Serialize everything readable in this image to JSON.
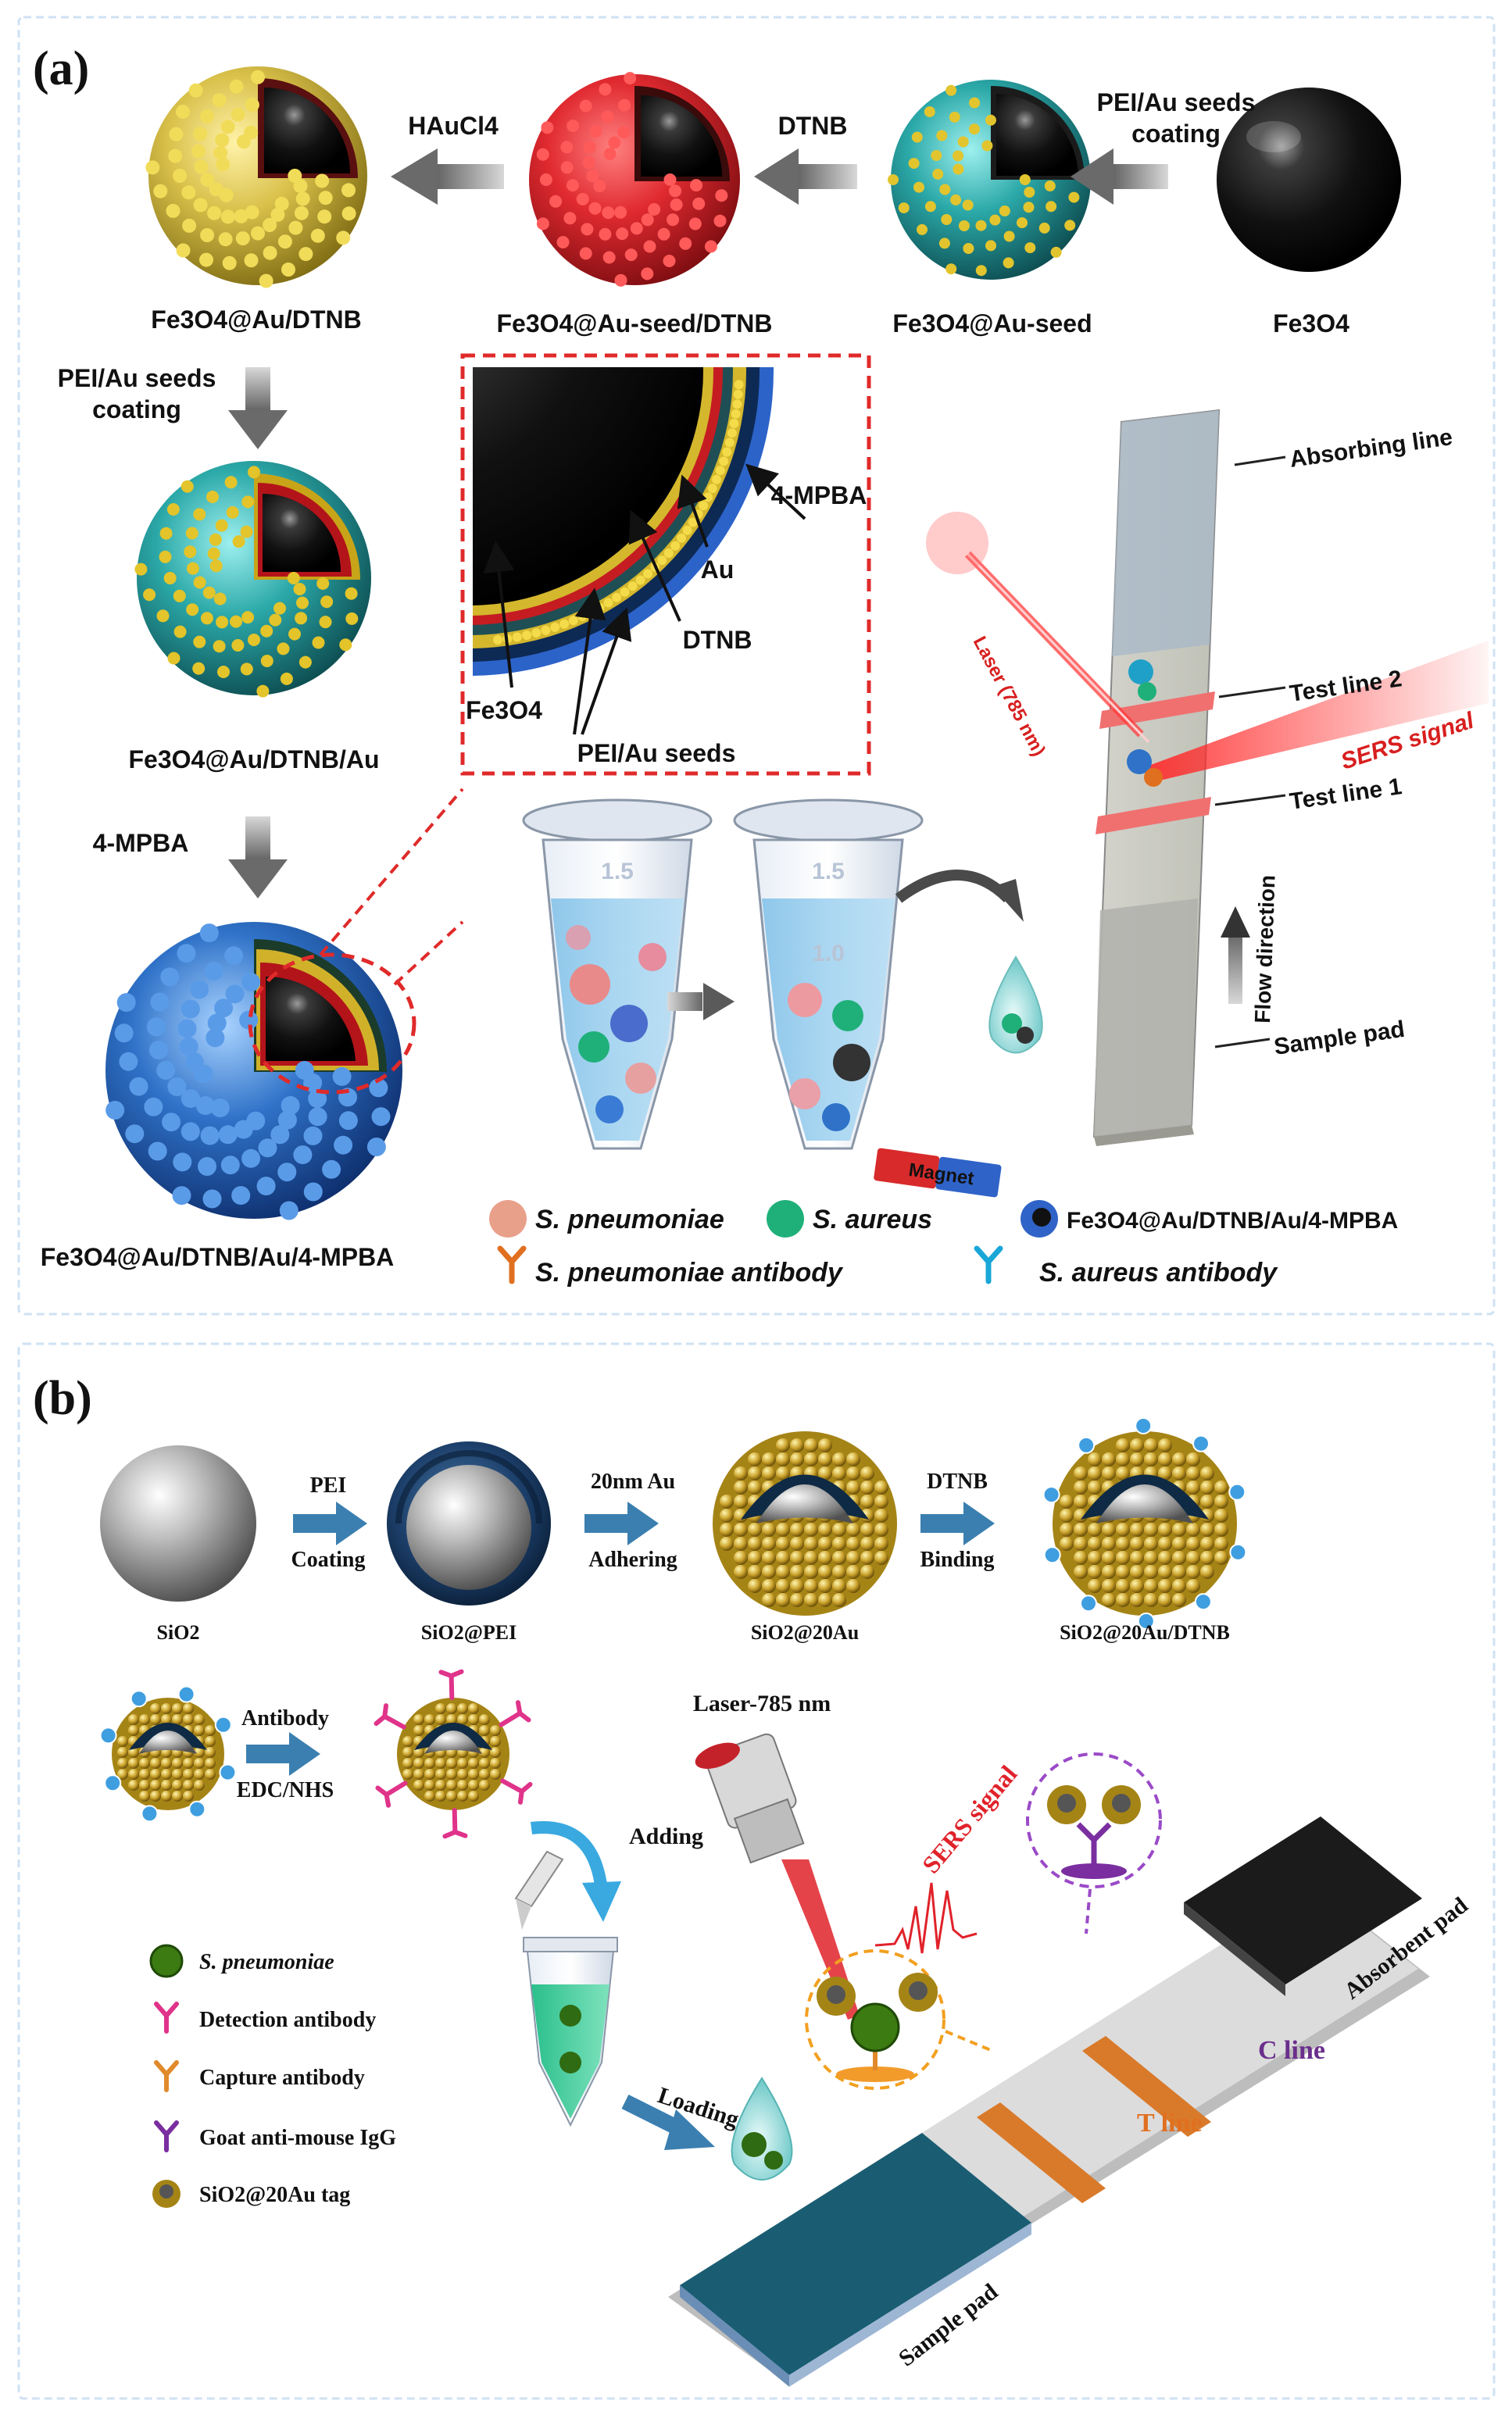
{
  "panel_a": {
    "label": "(a)",
    "arrows": {
      "haucl4": "HAuCl4",
      "dtnb": "DTNB",
      "pei_coating_top": [
        "PEI/Au seeds",
        "coating"
      ],
      "pei_coating_left": [
        "PEI/Au seeds",
        "coating"
      ],
      "mpba": "4-MPBA"
    },
    "particles": {
      "fe3o4": "Fe3O4",
      "au_seed": "Fe3O4@Au-seed",
      "au_seed_dtnb": "Fe3O4@Au-seed/DTNB",
      "au_dtnb": "Fe3O4@Au/DTNB",
      "au_dtnb_au": "Fe3O4@Au/DTNB/Au",
      "final": "Fe3O4@Au/DTNB/Au/4-MPBA"
    },
    "inset_labels": {
      "mpba": "4-MPBA",
      "au": "Au",
      "fe3o4": "Fe3O4",
      "dtnb": "DTNB",
      "pei_seeds": "PEI/Au seeds"
    },
    "tube_marks": {
      "t1": "1.5",
      "t2": "1.5",
      "t2b": "1.0"
    },
    "magnet": "Magnet",
    "strip_labels": {
      "absorbing": "Absorbing line",
      "test2": "Test line 2",
      "test1": "Test line 1",
      "flow": "Flow direction",
      "sample": "Sample pad",
      "laser": "Laser (785 nm)",
      "sers": "SERS signal"
    },
    "legend": {
      "pneumoniae": "S. pneumoniae",
      "aureus": "S. aureus",
      "tag": "Fe3O4@Au/DTNB/Au/4-MPBA",
      "pneumoniae_ab": "S. pneumoniae antibody",
      "aureus_ab": "S. aureus antibody"
    }
  },
  "panel_b": {
    "label": "(b)",
    "steps": {
      "pei": [
        "PEI",
        "Coating"
      ],
      "au": [
        "20nm Au",
        "Adhering"
      ],
      "dtnb": [
        "DTNB",
        "Binding"
      ],
      "antibody": [
        "Antibody",
        "EDC/NHS"
      ],
      "adding": "Adding",
      "loading": "Loading"
    },
    "particles": {
      "sio2": "SiO2",
      "sio2_pei": "SiO2@PEI",
      "sio2_20au": "SiO2@20Au",
      "sio2_20au_dtnb": "SiO2@20Au/DTNB"
    },
    "laser": "Laser-785 nm",
    "sers": "SERS signal",
    "strip_labels": {
      "absorbent": "Absorbent pad",
      "c_line": "C line",
      "t_line": "T line",
      "sample": "Sample pad"
    },
    "legend": [
      "S. pneumoniae",
      "Detection antibody",
      "Capture antibody",
      "Goat anti-mouse IgG",
      "SiO2@20Au tag"
    ]
  },
  "colors": {
    "gold": "#d4b540",
    "red_shell": "#d8262c",
    "teal": "#2a9ea0",
    "blue_shell": "#2f72c8",
    "pad_teal": "#165a6e",
    "line_orange": "#d97a2b",
    "arrow_blue": "#3b7fb0",
    "c_line_text": "#6a2e8c",
    "t_line_text": "#e07020"
  }
}
